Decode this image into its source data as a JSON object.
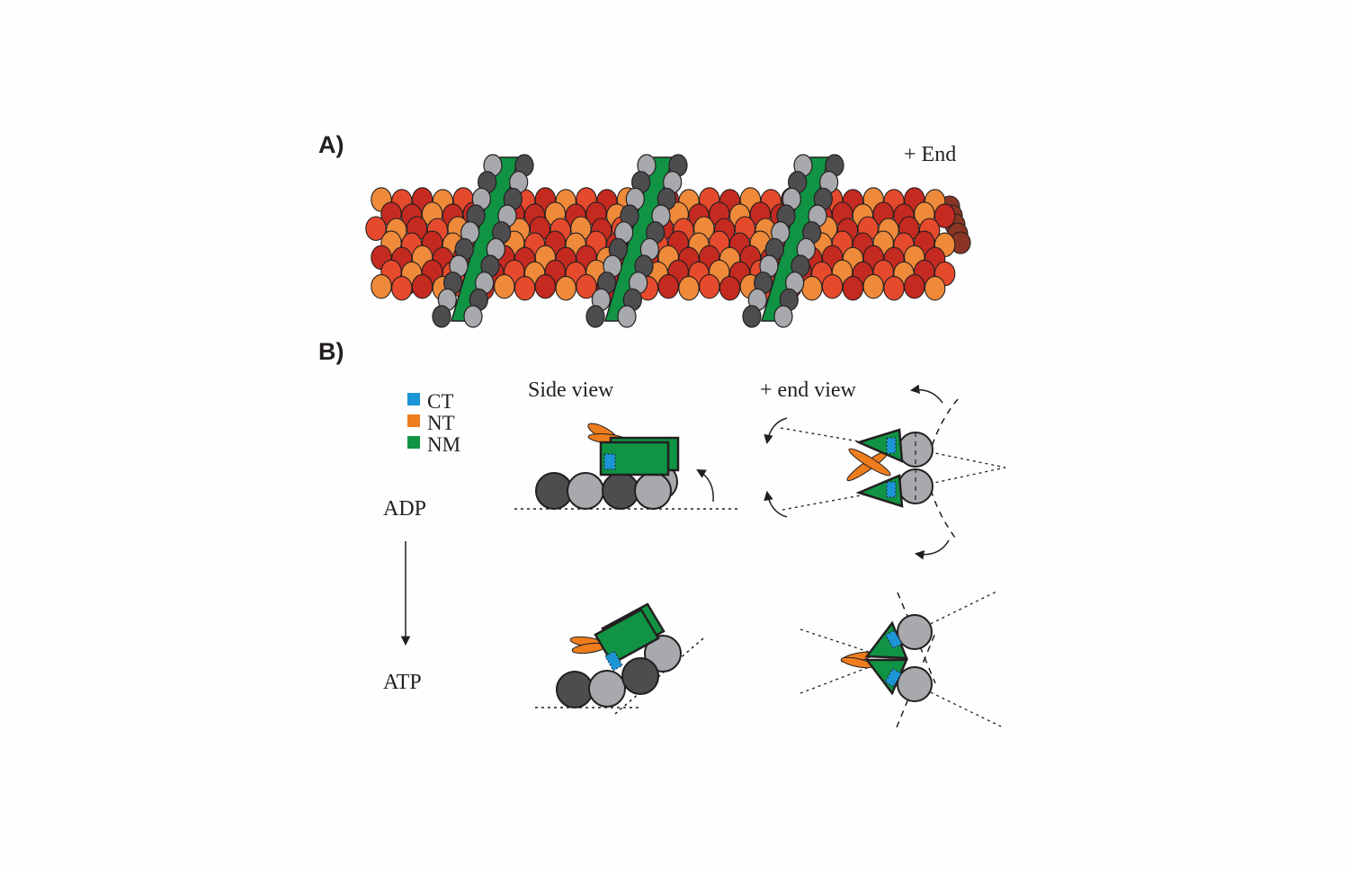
{
  "panels": {
    "a": "A)",
    "b": "B)"
  },
  "plus_end": "+ End",
  "views": {
    "side": "Side view",
    "end": "+ end view"
  },
  "states": {
    "adp": "ADP",
    "atp": "ATP"
  },
  "legend": [
    {
      "label": "CT",
      "color": "#1b95d6"
    },
    {
      "label": "NT",
      "color": "#ee7d1e"
    },
    {
      "label": "NM",
      "color": "#109444"
    }
  ],
  "colors": {
    "tubulin_light": "#ee8a3a",
    "tubulin_mid": "#e64a2c",
    "tubulin_dark": "#c42a20",
    "tubulin_back": "#8b3525",
    "motor_green": "#109444",
    "motor_light_head": "#a7a9ac",
    "motor_dark_head": "#4d4d4f",
    "outline": "#231f20"
  }
}
